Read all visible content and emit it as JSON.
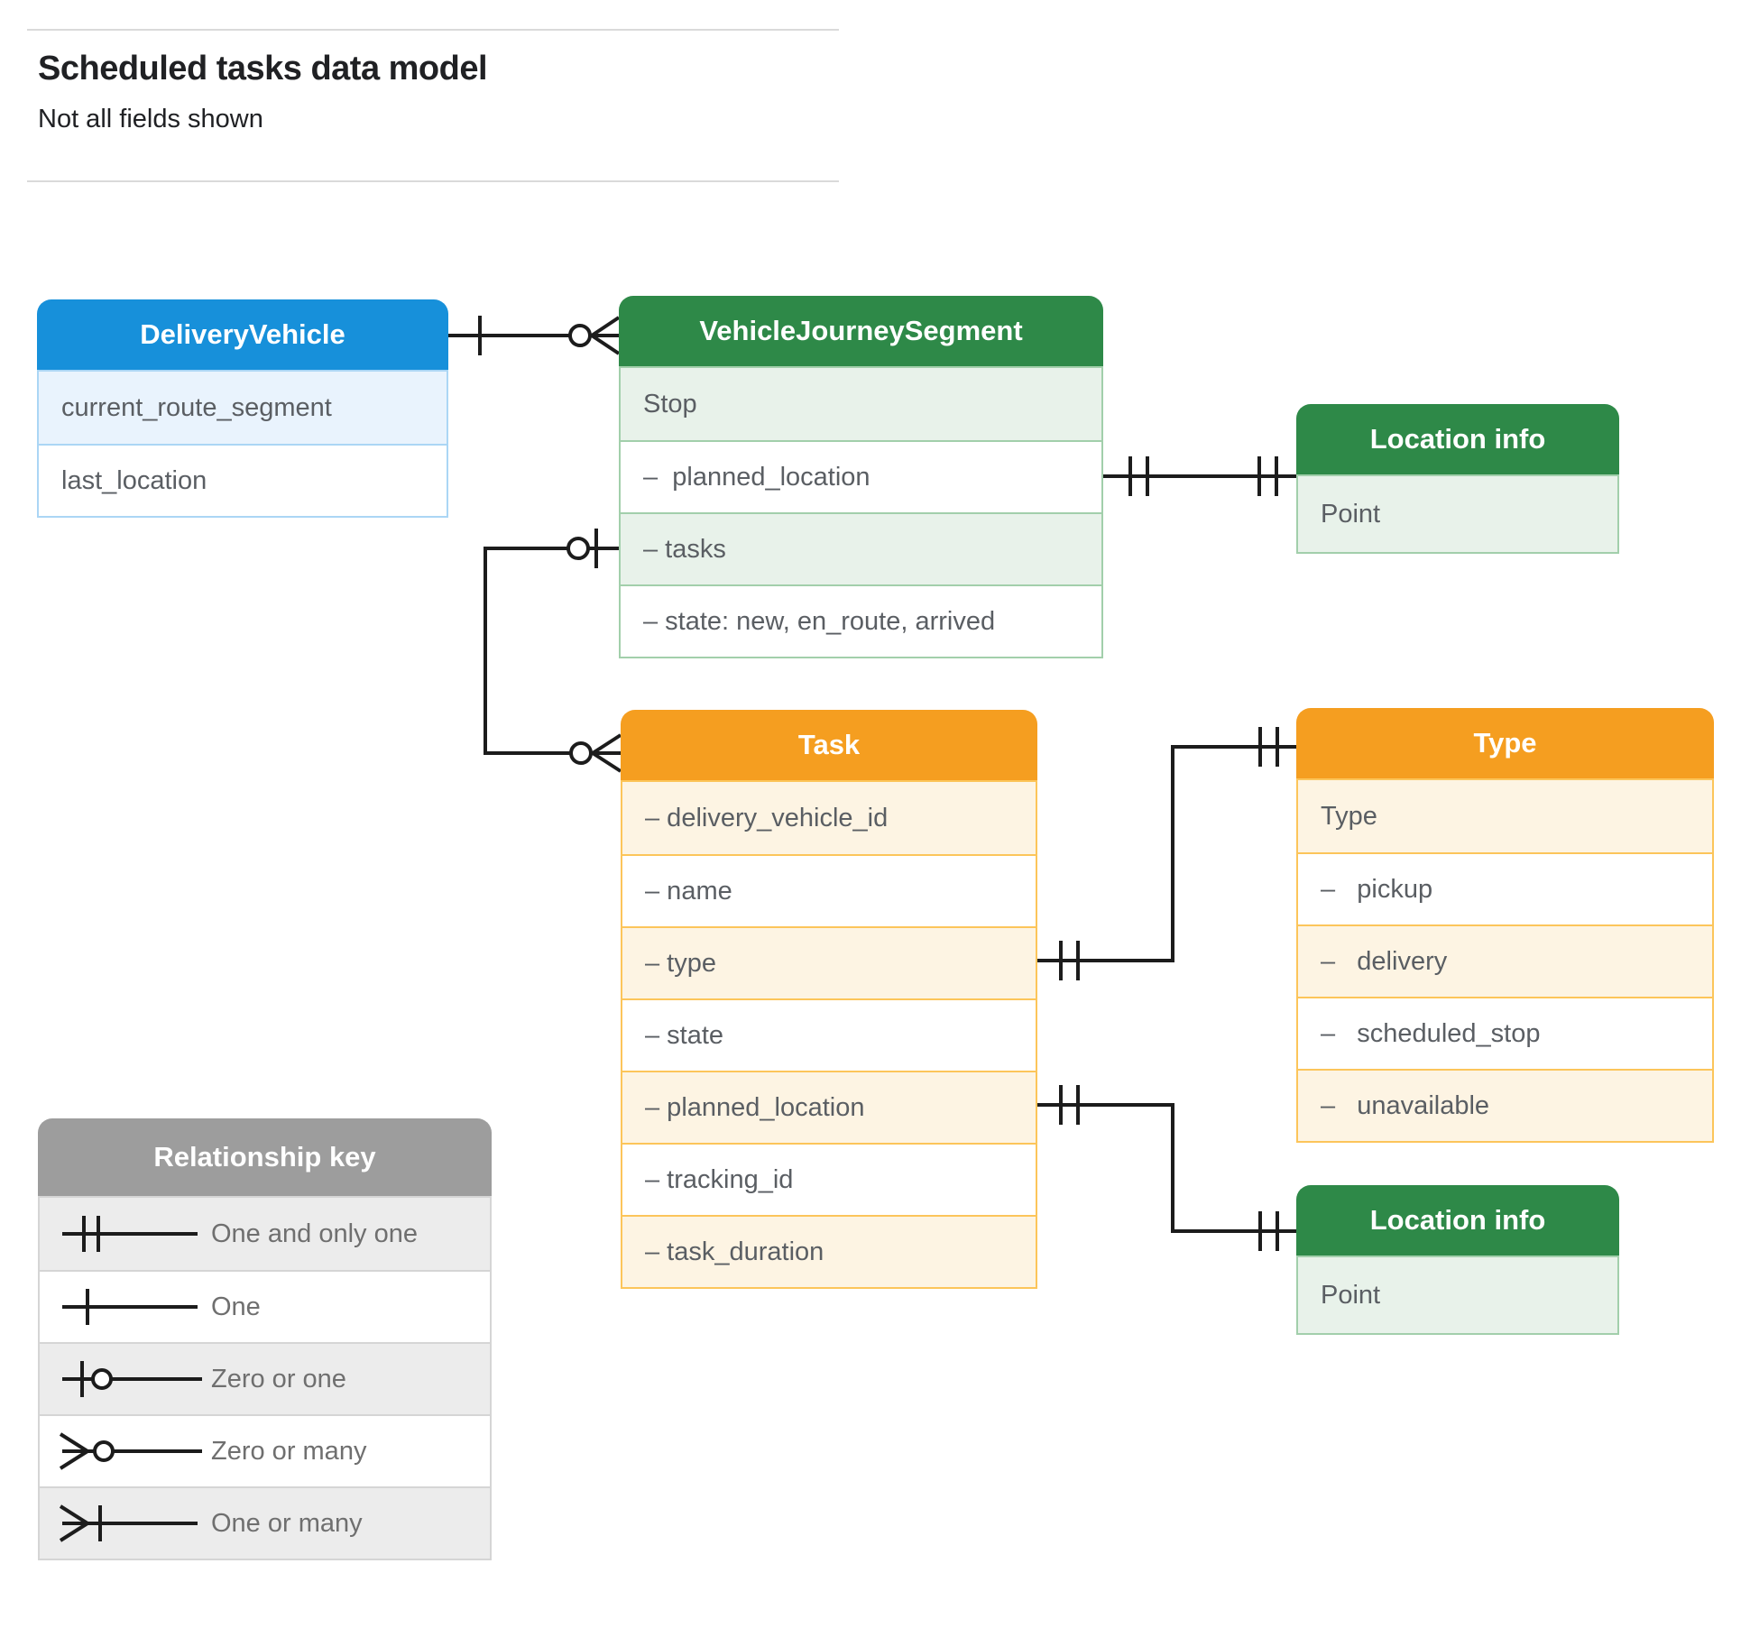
{
  "page": {
    "title": "Scheduled tasks data model",
    "subtitle": "Not all fields shown"
  },
  "entities": {
    "delivery_vehicle": {
      "title": "DeliveryVehicle",
      "fields": [
        "current_route_segment",
        "last_location"
      ]
    },
    "vehicle_journey_segment": {
      "title": "VehicleJourneySegment",
      "fields": [
        "Stop",
        "–  planned_location",
        "– tasks",
        "– state: new, en_route, arrived"
      ]
    },
    "location_info_top": {
      "title": "Location info",
      "fields": [
        "Point"
      ]
    },
    "task": {
      "title": "Task",
      "fields": [
        "– delivery_vehicle_id",
        "– name",
        "– type",
        "– state",
        "– planned_location",
        "– tracking_id",
        "– task_duration"
      ]
    },
    "type": {
      "title": "Type",
      "fields": [
        "Type",
        "–   pickup",
        "–   delivery",
        "–   scheduled_stop",
        "–   unavailable"
      ]
    },
    "location_info_bottom": {
      "title": "Location info",
      "fields": [
        "Point"
      ]
    }
  },
  "legend": {
    "title": "Relationship key",
    "items": [
      {
        "symbol": "one-and-only-one",
        "label": "One and only one"
      },
      {
        "symbol": "one",
        "label": "One"
      },
      {
        "symbol": "zero-or-one",
        "label": "Zero or one"
      },
      {
        "symbol": "zero-or-many",
        "label": "Zero or many"
      },
      {
        "symbol": "one-or-many",
        "label": "One or many"
      }
    ]
  },
  "colors": {
    "blue_header": "#1790da",
    "green_header": "#2e8948",
    "orange_header": "#f59e20",
    "gray_header": "#9d9d9d",
    "connector": "#1c1c1c"
  }
}
